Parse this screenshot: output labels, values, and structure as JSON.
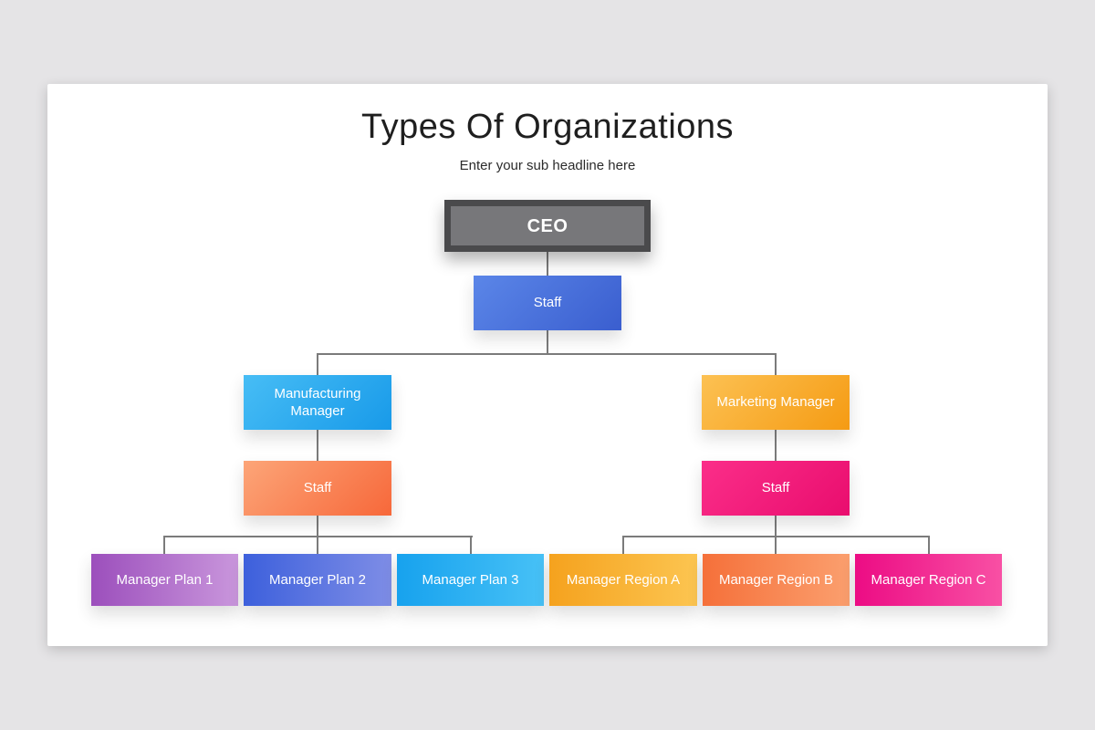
{
  "page": {
    "background_color": "#e5e4e6",
    "card_color": "#ffffff",
    "connector_color": "#7b7b7b"
  },
  "header": {
    "title": "Types Of Organizations",
    "subtitle": "Enter your sub headline here"
  },
  "org_chart": {
    "nodes": {
      "ceo": {
        "label": "CEO",
        "fill": "#77777a",
        "border": "#4a4a4c"
      },
      "staff_top": {
        "label": "Staff",
        "gradient": [
          "#5b86e8",
          "#3a5ecf"
        ],
        "angle": "135deg",
        "parent": null
      },
      "manufacturing_manager": {
        "label": "Manufacturing Manager",
        "gradient": [
          "#47bdf5",
          "#189ae9"
        ],
        "angle": "135deg",
        "parent": "staff_top"
      },
      "marketing_manager": {
        "label": "Marketing Manager",
        "gradient": [
          "#fcc153",
          "#f59b13"
        ],
        "angle": "135deg",
        "parent": "staff_top"
      },
      "staff_left": {
        "label": "Staff",
        "gradient": [
          "#fca578",
          "#f7683a"
        ],
        "angle": "135deg",
        "parent": "manufacturing_manager"
      },
      "staff_right": {
        "label": "Staff",
        "gradient": [
          "#fb2e89",
          "#e90d6e"
        ],
        "angle": "135deg",
        "parent": "marketing_manager"
      },
      "manager_plan_1": {
        "label": "Manager Plan 1",
        "gradient": [
          "#9c4fbc",
          "#c996dc"
        ],
        "angle": "90deg",
        "parent": "staff_left"
      },
      "manager_plan_2": {
        "label": "Manager Plan 2",
        "gradient": [
          "#3d60dc",
          "#7e8de6"
        ],
        "angle": "90deg",
        "parent": "staff_left"
      },
      "manager_plan_3": {
        "label": "Manager Plan 3",
        "gradient": [
          "#17a2ee",
          "#47c1f6"
        ],
        "angle": "90deg",
        "parent": "staff_left"
      },
      "manager_region_a": {
        "label": "Manager Region A",
        "gradient": [
          "#f5a21e",
          "#fcc551"
        ],
        "angle": "90deg",
        "parent": "staff_right"
      },
      "manager_region_b": {
        "label": "Manager Region B",
        "gradient": [
          "#f5703a",
          "#fb9f6e"
        ],
        "angle": "90deg",
        "parent": "staff_right"
      },
      "manager_region_c": {
        "label": "Manager Region C",
        "gradient": [
          "#ec0c84",
          "#f850a4"
        ],
        "angle": "90deg",
        "parent": "staff_right"
      }
    }
  }
}
